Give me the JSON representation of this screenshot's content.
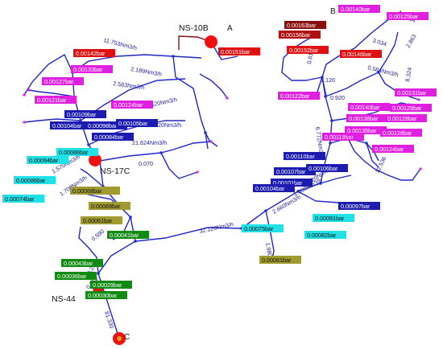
{
  "nodes": {
    "ns10b": "NS-10B",
    "ns17c": "NS-17C",
    "ns44": "NS-44"
  },
  "corners": {
    "a": "A",
    "b": "B",
    "c": "C"
  },
  "pressure_labels": [
    "0.00151bar",
    "0.00142bar",
    "0.00133bar",
    "0.00127bar",
    "0.00121bar",
    "0.00124bar",
    "0.00109bar",
    "0.00104bar",
    "0.00098bar",
    "0.00105bar",
    "0.00084bar",
    "0.00086bar",
    "0.00094bar",
    "0.00086bar",
    "0.00074bar",
    "0.00068bar",
    "0.00069bar",
    "0.00061bar",
    "0.00041bar",
    "0.00043bar",
    "0.00036bar",
    "0.00029bar",
    "0.00030bar",
    "0.00163bar",
    "0.00156bar",
    "0.00152bar",
    "0.00146bar",
    "0.00140bar",
    "0.00125bar",
    "0.00131bar",
    "0.00122bar",
    "0.00140bar",
    "0.00129bar",
    "0.00138bar",
    "0.00128bar",
    "0.00135bar",
    "0.00128bar",
    "0.00124bar",
    "0.00119bar",
    "0.00110bar",
    "0.00107bar",
    "0.00106bar",
    "0.00101bar",
    "0.00104bar",
    "0.00097bar",
    "0.00091bar",
    "0.00075bar",
    "0.00082bar",
    "0.00061bar"
  ],
  "flow_labels": [
    "11.753Nm3/h",
    "2.189Nm3/h",
    "2.583Nm3/h",
    "2.620Nm3/h",
    "1.520Nm3/h",
    "21.624Nm3/h",
    "0.070",
    "1.570Nm3/h",
    "1.700Nm3/h",
    "0.590",
    "0.260",
    "0.670",
    "81.330",
    "32.120Nm3/h",
    "2.660Nm3/h",
    "1.980",
    "1.000Nm3/h",
    "1.120Nm3/h",
    "12.536",
    "6.772Nm3/h",
    "3.034",
    "0.584Nm3/h",
    "3.120",
    "0.920",
    "8.324",
    "2.863",
    "2.904",
    "0.610"
  ],
  "colors": {
    "pipe": "#1f26c8",
    "red": "#e01010",
    "dark_red": "#b01010",
    "magenta": "#e020e0",
    "navy": "#1c1cb0",
    "cyan": "#20e0e8",
    "olive": "#a09a30",
    "green": "#108a10",
    "node": "#f01010"
  }
}
